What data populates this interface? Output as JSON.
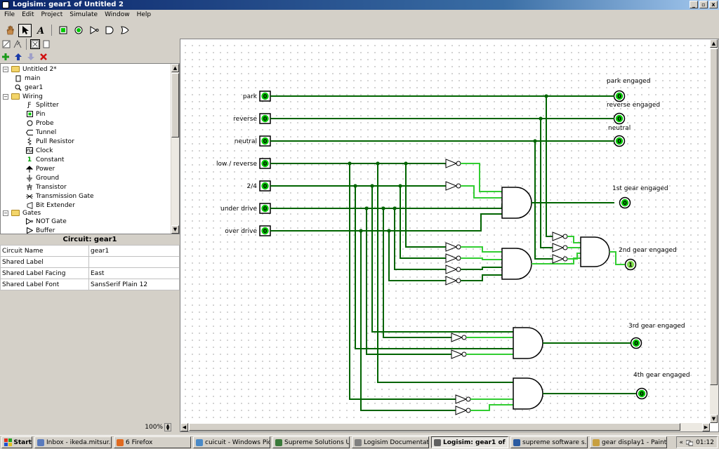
{
  "window": {
    "title": "Logisim: gear1 of Untitled 2",
    "minimize": "_",
    "maximize": "▫",
    "close": "x"
  },
  "menu": [
    "File",
    "Edit",
    "Project",
    "Simulate",
    "Window",
    "Help"
  ],
  "explorer": {
    "root": "Untitled 2*",
    "circuits": [
      "main",
      "gear1"
    ],
    "wiring_folder": "Wiring",
    "wiring_items": [
      "Splitter",
      "Pin",
      "Probe",
      "Tunnel",
      "Pull Resistor",
      "Clock",
      "Constant",
      "Power",
      "Ground",
      "Transistor",
      "Transmission Gate",
      "Bit Extender"
    ],
    "gates_folder": "Gates",
    "gates_items": [
      "NOT Gate",
      "Buffer"
    ]
  },
  "properties": {
    "title": "Circuit: gear1",
    "rows": [
      {
        "label": "Circuit Name",
        "value": "gear1"
      },
      {
        "label": "Shared Label",
        "value": ""
      },
      {
        "label": "Shared Label Facing",
        "value": "East"
      },
      {
        "label": "Shared Label Font",
        "value": "SansSerif Plain 12"
      }
    ]
  },
  "zoom": "100%",
  "circuit": {
    "input_pins": [
      "park",
      "reverse",
      "neutral",
      "low / reverse",
      "2/4",
      "under drive",
      "over drive"
    ],
    "pin_value": "0",
    "outputs": [
      "park engaged",
      "reverse engaged",
      "neutral",
      "1st gear engaged",
      "2nd gear engaged",
      "3rd gear engaged",
      "4th gear engaged"
    ],
    "output_values": [
      "0",
      "0",
      "0",
      "0",
      "1",
      "0",
      "0"
    ],
    "colors": {
      "wire_low": "#006400",
      "wire_high": "#32cd32",
      "pin_fill": "#00c800"
    }
  },
  "taskbar": {
    "start": "Start",
    "tasks": [
      "Inbox - ikeda.mitsur...",
      "6 Firefox",
      "cuicuit - Windows Pic...",
      "Supreme Solutions UK",
      "Logisim Documentation",
      "Logisim: gear1 of ...",
      "supreme software s...",
      "gear display1 - Paint"
    ],
    "active_index": 5,
    "clock": "01:12"
  }
}
